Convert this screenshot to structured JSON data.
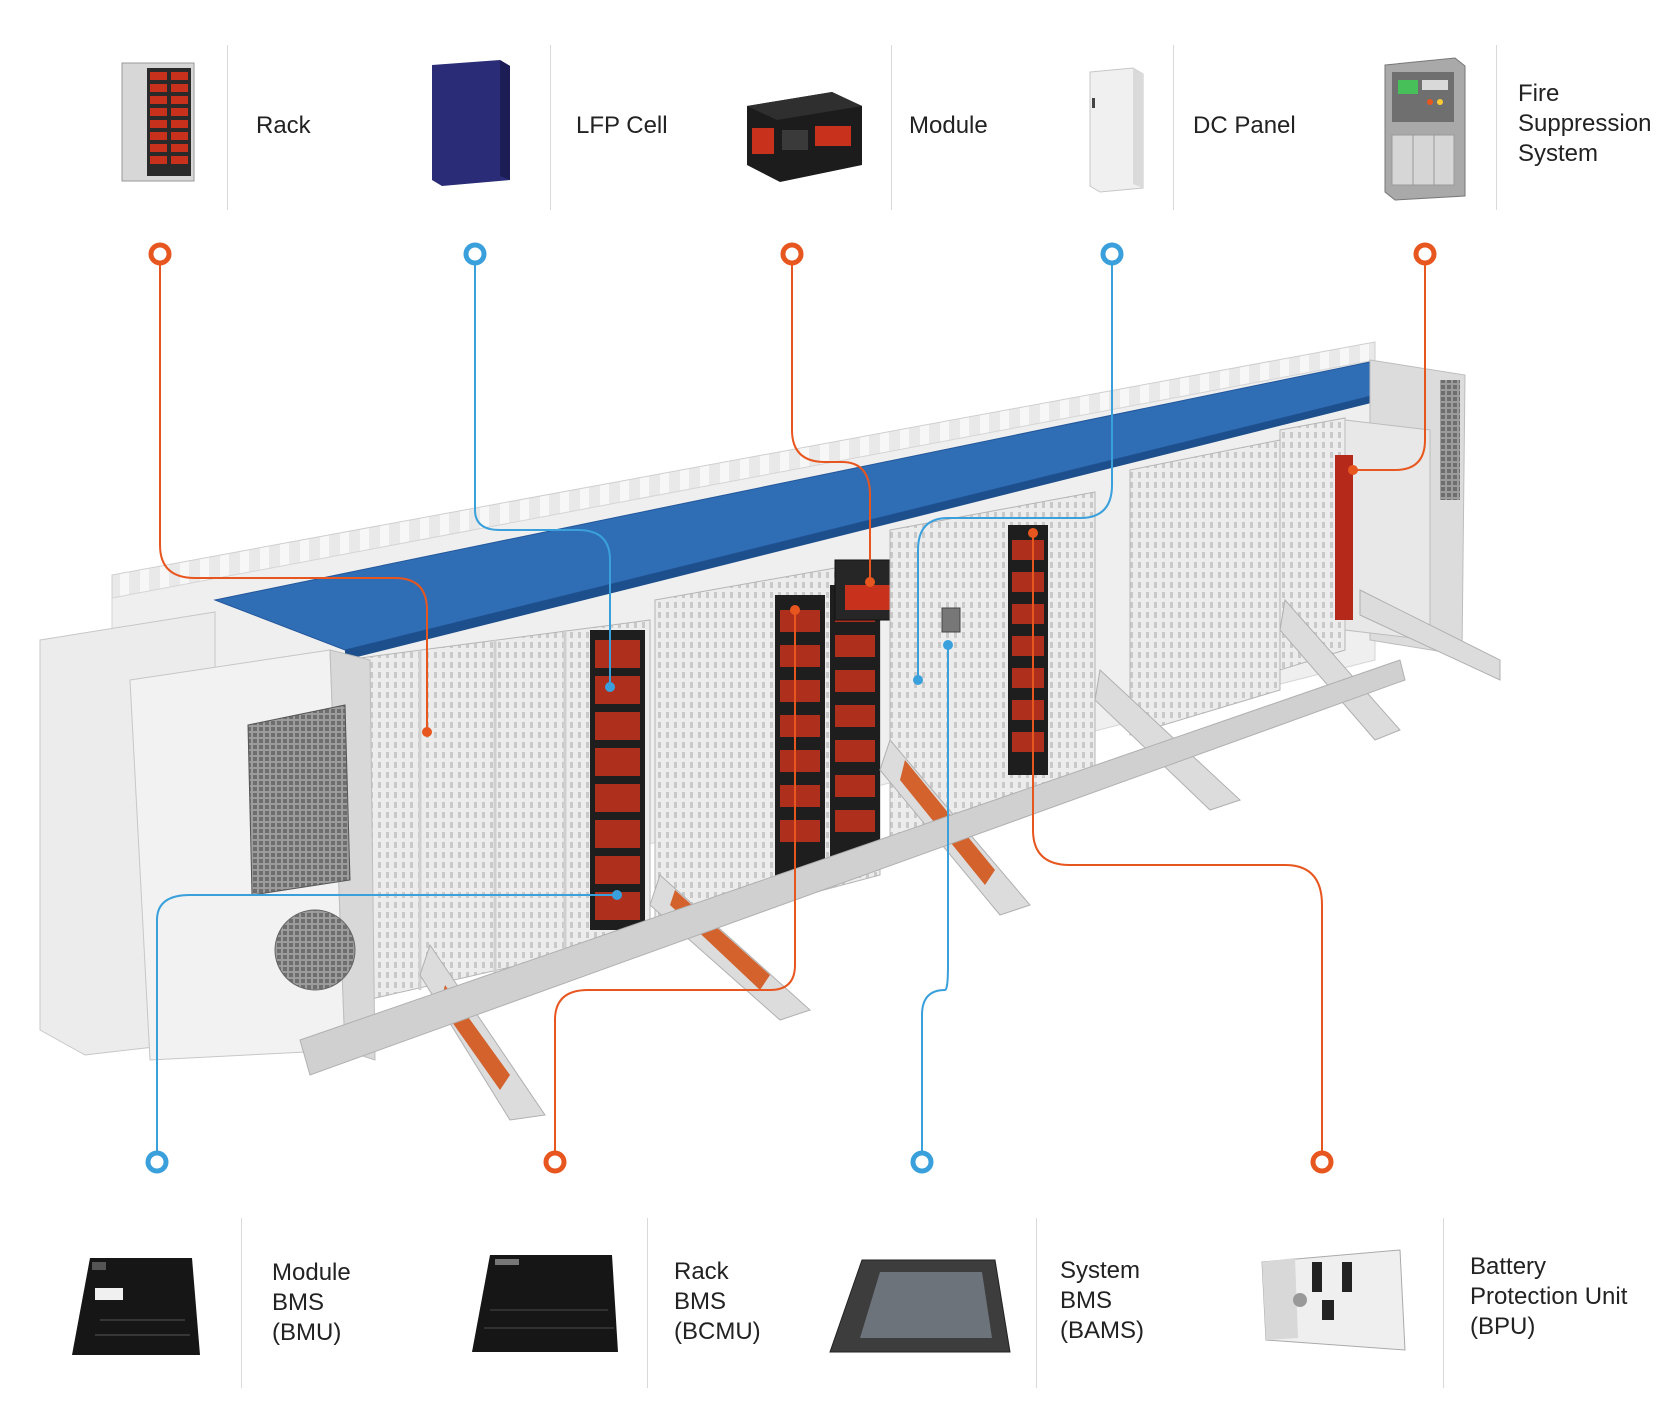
{
  "top_components": [
    {
      "id": "rack",
      "label": "Rack",
      "marker_color": "orange",
      "icon": "rack-icon"
    },
    {
      "id": "lfp-cell",
      "label": "LFP Cell",
      "marker_color": "blue",
      "icon": "battery-cell-icon"
    },
    {
      "id": "module",
      "label": "Module",
      "marker_color": "orange",
      "icon": "battery-module-icon"
    },
    {
      "id": "dc-panel",
      "label": "DC Panel",
      "marker_color": "blue",
      "icon": "cabinet-icon"
    },
    {
      "id": "fire-suppression",
      "label": "Fire\nSuppression\nSystem",
      "marker_color": "orange",
      "icon": "fire-panel-icon"
    }
  ],
  "bottom_components": [
    {
      "id": "module-bms",
      "label": "Module\nBMS\n(BMU)",
      "marker_color": "blue",
      "icon": "bms-board-icon"
    },
    {
      "id": "rack-bms",
      "label": "Rack\nBMS\n(BCMU)",
      "marker_color": "orange",
      "icon": "bms-board-icon"
    },
    {
      "id": "system-bms",
      "label": "System\nBMS\n(BAMS)",
      "marker_color": "blue",
      "icon": "touchscreen-icon"
    },
    {
      "id": "bpu",
      "label": "Battery\nProtection Unit\n(BPU)",
      "marker_color": "orange",
      "icon": "protection-unit-icon"
    }
  ],
  "colors": {
    "orange": "#e8561f",
    "blue": "#3aa0dc",
    "roof_blue": "#2f6db5",
    "cabinet_grey": "#e6e6e6",
    "module_black": "#1e1e1e",
    "module_red": "#c8321c"
  }
}
